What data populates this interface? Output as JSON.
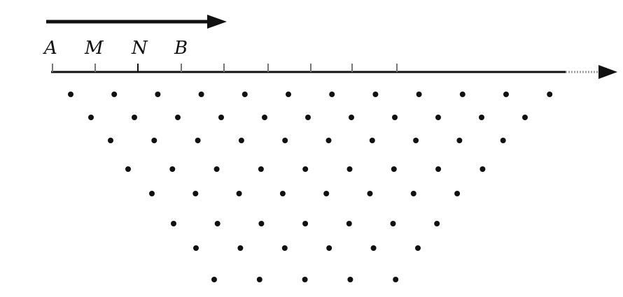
{
  "diagram": {
    "point_labels": [
      "A",
      "M",
      "N",
      "B"
    ],
    "colors": {
      "ink": "#111111",
      "tick_gray": "#777777",
      "dotted_tail": "#9a9a9a",
      "background": "#ffffff"
    }
  }
}
